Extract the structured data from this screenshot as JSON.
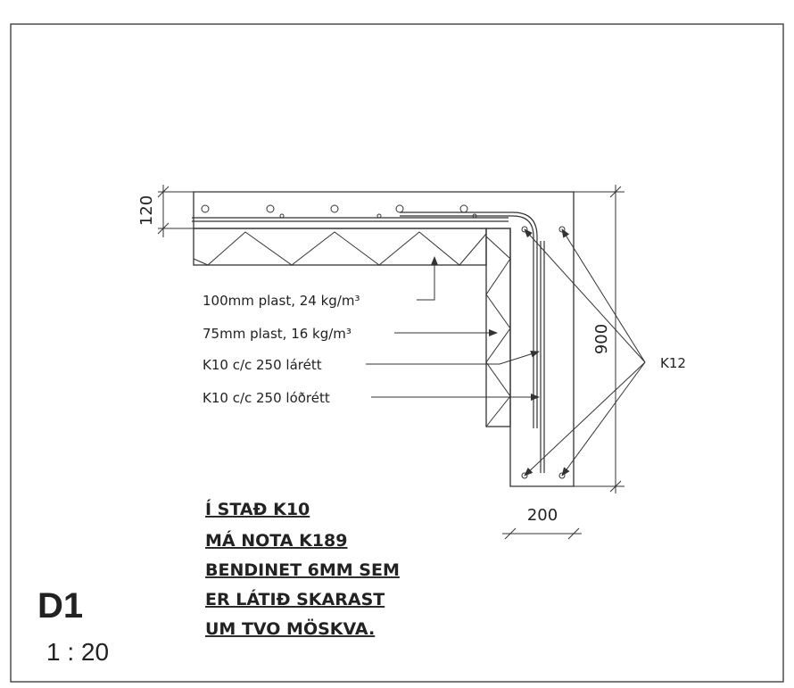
{
  "detail": {
    "id": "D1",
    "scale": "1 : 20"
  },
  "dimensions": {
    "slab_thickness": "120",
    "wall_height": "900",
    "wall_width": "200"
  },
  "labels": {
    "insulation_100": "100mm plast, 24 kg/m³",
    "insulation_75": "75mm plast, 16 kg/m³",
    "rebar_horizontal": "K10 c/c 250 lárétt",
    "rebar_vertical": "K10 c/c 250 lóðrétt",
    "corner_bars": "K12"
  },
  "note": {
    "lines": [
      "Í STAÐ K10",
      "MÁ NOTA K189",
      "BENDINET 6MM SEM",
      "ER LÁTIÐ SKARAST",
      "UM TVO MÖSKVA."
    ]
  }
}
